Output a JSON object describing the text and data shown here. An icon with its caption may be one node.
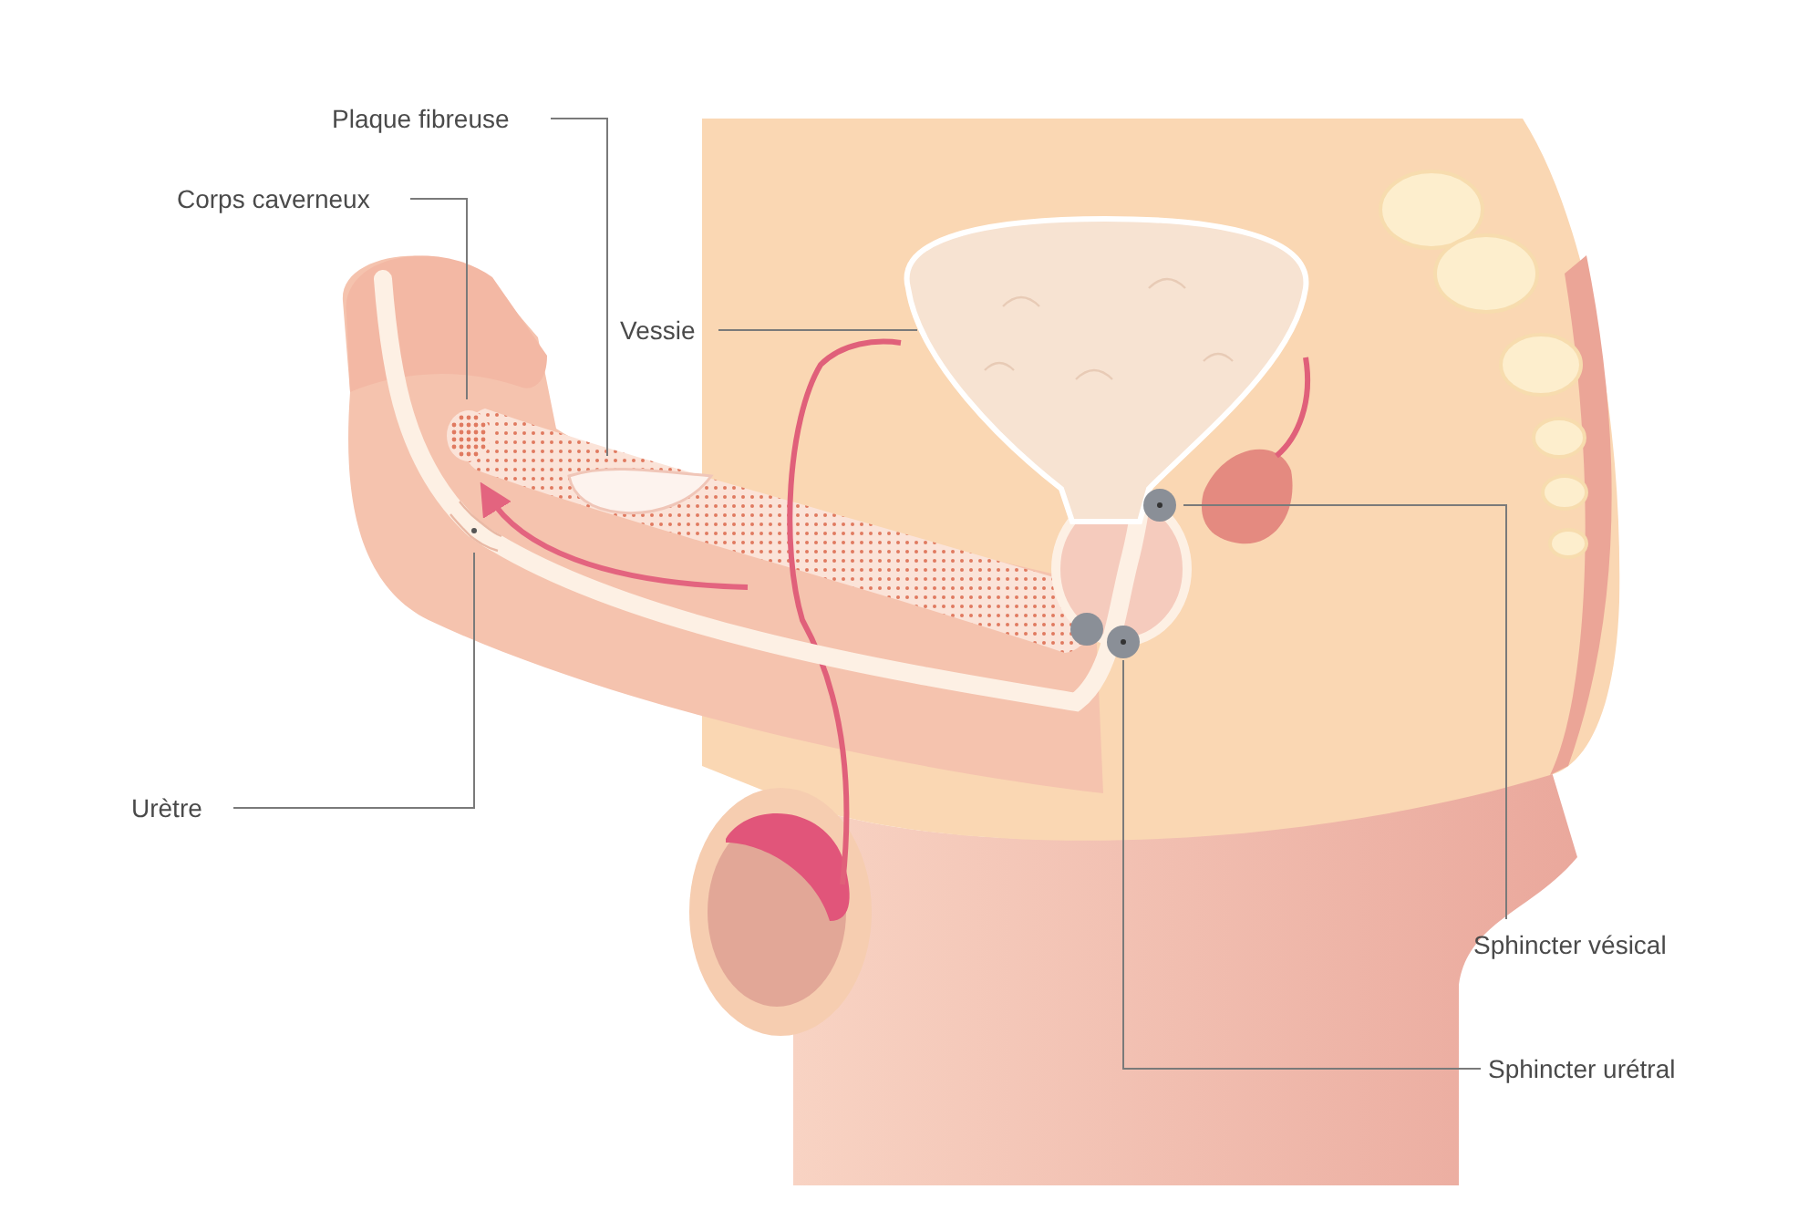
{
  "diagram": {
    "nodes": [
      {
        "text": [
          "Plaque fibreuse"
        ]
      },
      {
        "text": [
          "Corps caverneux"
        ]
      },
      {
        "text": [
          "Vessie"
        ]
      },
      {
        "text": [
          "Urètre"
        ]
      },
      {
        "text": [
          "Sphincter vésical"
        ]
      },
      {
        "text": [
          "Sphincter urétral"
        ]
      },
      {
        "text": [],
        "shape": "picture"
      },
      {
        "text": [],
        "shape": "picture"
      },
      {
        "text": [],
        "shape": "picture"
      },
      {
        "text": [],
        "shape": "picture"
      },
      {
        "text": [],
        "shape": "circle"
      },
      {
        "text": [],
        "shape": "circle"
      }
    ],
    "edges": [
      {
        "from": 0,
        "to": 6,
        "arrow": "none"
      },
      {
        "from": 1,
        "to": 7,
        "arrow": "none"
      },
      {
        "from": 2,
        "to": 8,
        "arrow": "none"
      },
      {
        "from": 3,
        "to": 9,
        "arrow": "none"
      },
      {
        "from": 4,
        "to": 10,
        "arrow": "none"
      },
      {
        "from": 5,
        "to": 11,
        "arrow": "none"
      }
    ]
  }
}
